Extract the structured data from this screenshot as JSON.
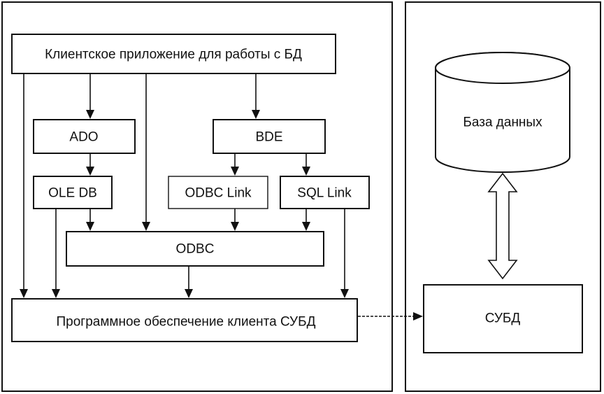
{
  "nodes": {
    "client_app": "Клиентское приложение для работы с БД",
    "ado": "ADO",
    "bde": "BDE",
    "ole_db": "OLE DB",
    "odbc_link": "ODBC Link",
    "sql_link": "SQL Link",
    "odbc": "ODBC",
    "client_software": "Программное обеспечение клиента СУБД",
    "database": "База данных",
    "dbms": "СУБД"
  },
  "edges": [
    {
      "from": "client_app",
      "to": "ado"
    },
    {
      "from": "client_app",
      "to": "bde"
    },
    {
      "from": "client_app",
      "to": "odbc"
    },
    {
      "from": "client_app",
      "to": "client_software"
    },
    {
      "from": "ado",
      "to": "ole_db"
    },
    {
      "from": "ole_db",
      "to": "odbc"
    },
    {
      "from": "ole_db",
      "to": "client_software"
    },
    {
      "from": "bde",
      "to": "odbc_link"
    },
    {
      "from": "bde",
      "to": "sql_link"
    },
    {
      "from": "odbc_link",
      "to": "odbc"
    },
    {
      "from": "sql_link",
      "to": "odbc"
    },
    {
      "from": "sql_link",
      "to": "client_software"
    },
    {
      "from": "odbc",
      "to": "client_software"
    },
    {
      "from": "client_software",
      "to": "dbms",
      "style": "dashed"
    },
    {
      "from": "database",
      "to": "dbms",
      "style": "bidirectional"
    }
  ]
}
